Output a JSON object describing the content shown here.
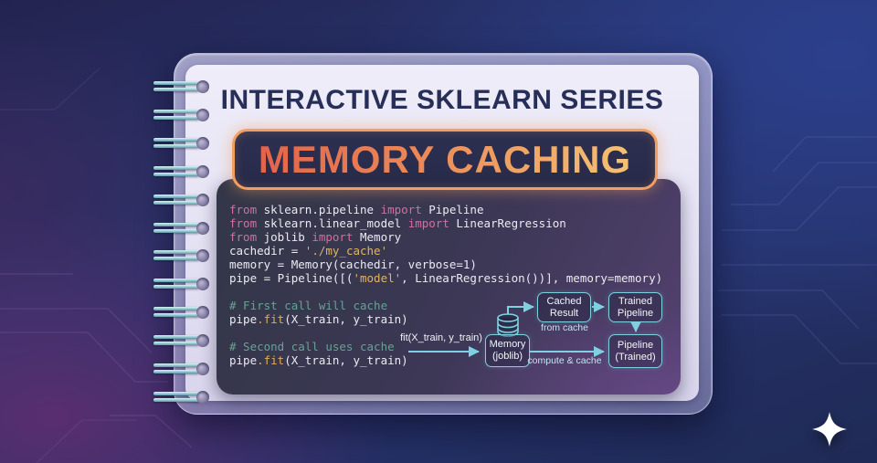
{
  "header": {
    "series_title": "INTERACTIVE SKLEARN SERIES",
    "topic_title": "MEMORY CACHING"
  },
  "colors": {
    "accent_orange": "#f0a063",
    "title_navy": "#272e57",
    "panel_slate": "#343749",
    "panel_purple": "#544170",
    "syntax_keyword": "#d56e9e",
    "syntax_string": "#dfb468",
    "syntax_comment": "#66a391",
    "syntax_function": "#e0ab58",
    "syntax_text": "#eceaf2",
    "diagram_cyan": "#7fd0e0"
  },
  "code": {
    "lines": [
      {
        "segments": [
          {
            "type": "kw",
            "text": "from"
          },
          {
            "type": "txt",
            "text": " sklearn.pipeline "
          },
          {
            "type": "kw",
            "text": "import"
          },
          {
            "type": "txt",
            "text": " Pipeline"
          }
        ]
      },
      {
        "segments": [
          {
            "type": "kw",
            "text": "from"
          },
          {
            "type": "txt",
            "text": " sklearn.linear_model "
          },
          {
            "type": "kw",
            "text": "import"
          },
          {
            "type": "txt",
            "text": " LinearRegression"
          }
        ]
      },
      {
        "segments": [
          {
            "type": "kw",
            "text": "from"
          },
          {
            "type": "txt",
            "text": " joblib "
          },
          {
            "type": "kw",
            "text": "import"
          },
          {
            "type": "txt",
            "text": " Memory"
          }
        ]
      },
      {
        "segments": [
          {
            "type": "txt",
            "text": "cachedir = "
          },
          {
            "type": "str",
            "text": "'./my_cache'"
          }
        ]
      },
      {
        "segments": [
          {
            "type": "txt",
            "text": "memory = Memory(cachedir, verbose=1)"
          }
        ]
      },
      {
        "segments": [
          {
            "type": "txt",
            "text": "pipe = Pipeline([("
          },
          {
            "type": "str",
            "text": "'model'"
          },
          {
            "type": "txt",
            "text": ", LinearRegression())], memory=memory)"
          }
        ]
      },
      {
        "segments": []
      },
      {
        "segments": [
          {
            "type": "com",
            "text": "# First call will cache"
          }
        ]
      },
      {
        "segments": [
          {
            "type": "txt",
            "text": "pipe"
          },
          {
            "type": "fn",
            "text": ".fit"
          },
          {
            "type": "txt",
            "text": "(X_train, y_train)"
          }
        ]
      },
      {
        "segments": []
      },
      {
        "segments": [
          {
            "type": "com",
            "text": "# Second call uses cache"
          }
        ]
      },
      {
        "segments": [
          {
            "type": "txt",
            "text": "pipe"
          },
          {
            "type": "fn",
            "text": ".fit"
          },
          {
            "type": "txt",
            "text": "(X_train, y_train)"
          }
        ]
      }
    ]
  },
  "diagram": {
    "call_label": "fit(X_train, y_train)",
    "boxes": {
      "memory": {
        "line1": "Memory",
        "line2": "(joblib)"
      },
      "cached_result": {
        "line1": "Cached",
        "line2": "Result"
      },
      "trained_pipeline": {
        "line1": "Trained",
        "line2": "Pipeline"
      },
      "pipeline_trained": {
        "line1": "Pipeline",
        "line2": "(Trained)"
      }
    },
    "edge_labels": {
      "from_cache": "from cache",
      "compute_cache": "compute & cache"
    },
    "icons": {
      "database": "db-cylinder",
      "sparkle": "four-point-star"
    }
  }
}
